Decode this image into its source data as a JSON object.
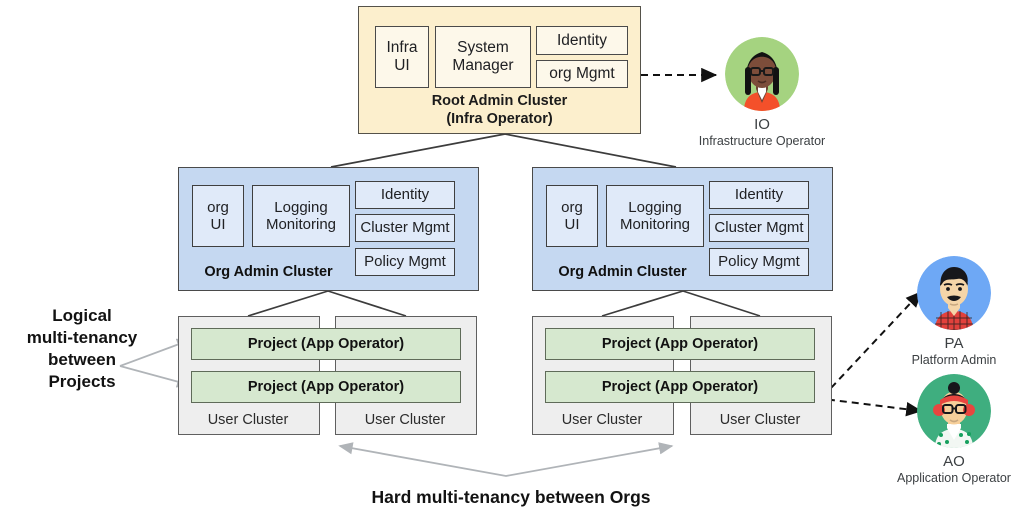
{
  "diagram": {
    "root_cluster": {
      "label_line1": "Root Admin Cluster",
      "label_line2": "(Infra Operator)",
      "fill": "#fcefcd",
      "components": [
        {
          "name": "infra-ui",
          "line1": "Infra",
          "line2": "UI"
        },
        {
          "name": "system-manager",
          "line1": "System",
          "line2": "Manager"
        },
        {
          "name": "identity",
          "line1": "Identity",
          "line2": ""
        },
        {
          "name": "org-mgmt",
          "line1": "org Mgmt",
          "line2": ""
        }
      ]
    },
    "org_clusters": [
      {
        "id": "org-admin-cluster-left",
        "label": "Org Admin Cluster",
        "fill": "#c5d8f1",
        "components": [
          {
            "name": "org-ui",
            "line1": "org",
            "line2": "UI"
          },
          {
            "name": "logging-monitoring",
            "line1": "Logging",
            "line2": "Monitoring"
          },
          {
            "name": "identity",
            "line1": "Identity",
            "line2": ""
          },
          {
            "name": "cluster-mgmt",
            "line1": "Cluster Mgmt",
            "line2": ""
          },
          {
            "name": "policy-mgmt",
            "line1": "Policy Mgmt",
            "line2": ""
          }
        ],
        "user_clusters": [
          {
            "label": "User Cluster"
          },
          {
            "label": "User Cluster"
          }
        ],
        "projects": [
          {
            "label": "Project (App Operator)"
          },
          {
            "label": "Project (App Operator)"
          }
        ]
      },
      {
        "id": "org-admin-cluster-right",
        "label": "Org Admin Cluster",
        "fill": "#c5d8f1",
        "components": [
          {
            "name": "org-ui",
            "line1": "org",
            "line2": "UI"
          },
          {
            "name": "logging-monitoring",
            "line1": "Logging",
            "line2": "Monitoring"
          },
          {
            "name": "identity",
            "line1": "Identity",
            "line2": ""
          },
          {
            "name": "cluster-mgmt",
            "line1": "Cluster Mgmt",
            "line2": ""
          },
          {
            "name": "policy-mgmt",
            "line1": "Policy Mgmt",
            "line2": ""
          }
        ],
        "user_clusters": [
          {
            "label": "User Cluster"
          },
          {
            "label": "User Cluster"
          }
        ],
        "projects": [
          {
            "label": "Project (App Operator)"
          },
          {
            "label": "Project  (App Operator)"
          }
        ]
      }
    ],
    "annotations": {
      "left": "Logical\nmulti-tenancy\nbetween\nProjects",
      "left_l1": "Logical",
      "left_l2": "multi-tenancy",
      "left_l3": "between",
      "left_l4": "Projects",
      "bottom": "Hard multi-tenancy between Orgs"
    },
    "personas": [
      {
        "id": "io",
        "abbr": "IO",
        "name": "Infrastructure Operator",
        "circle_color": "#a5d380",
        "skin": "#6d4435",
        "hair": "#1a1a1a",
        "shirt": "#f4502a"
      },
      {
        "id": "pa",
        "abbr": "PA",
        "name": "Platform Admin",
        "circle_color": "#6ea8f5",
        "skin": "#f5d5a8",
        "hair": "#17171b",
        "shirt": "#e2413c"
      },
      {
        "id": "ao",
        "abbr": "AO",
        "name": "Application Operator",
        "circle_color": "#3fae7f",
        "skin": "#f6cf9a",
        "hair": "#17171b",
        "shirt": "#ffffff",
        "accent": "#e8463f"
      }
    ],
    "connector_color": "#3c3c3c",
    "arrow_gray": "#b0b4b8",
    "arrow_black": "#111111"
  }
}
